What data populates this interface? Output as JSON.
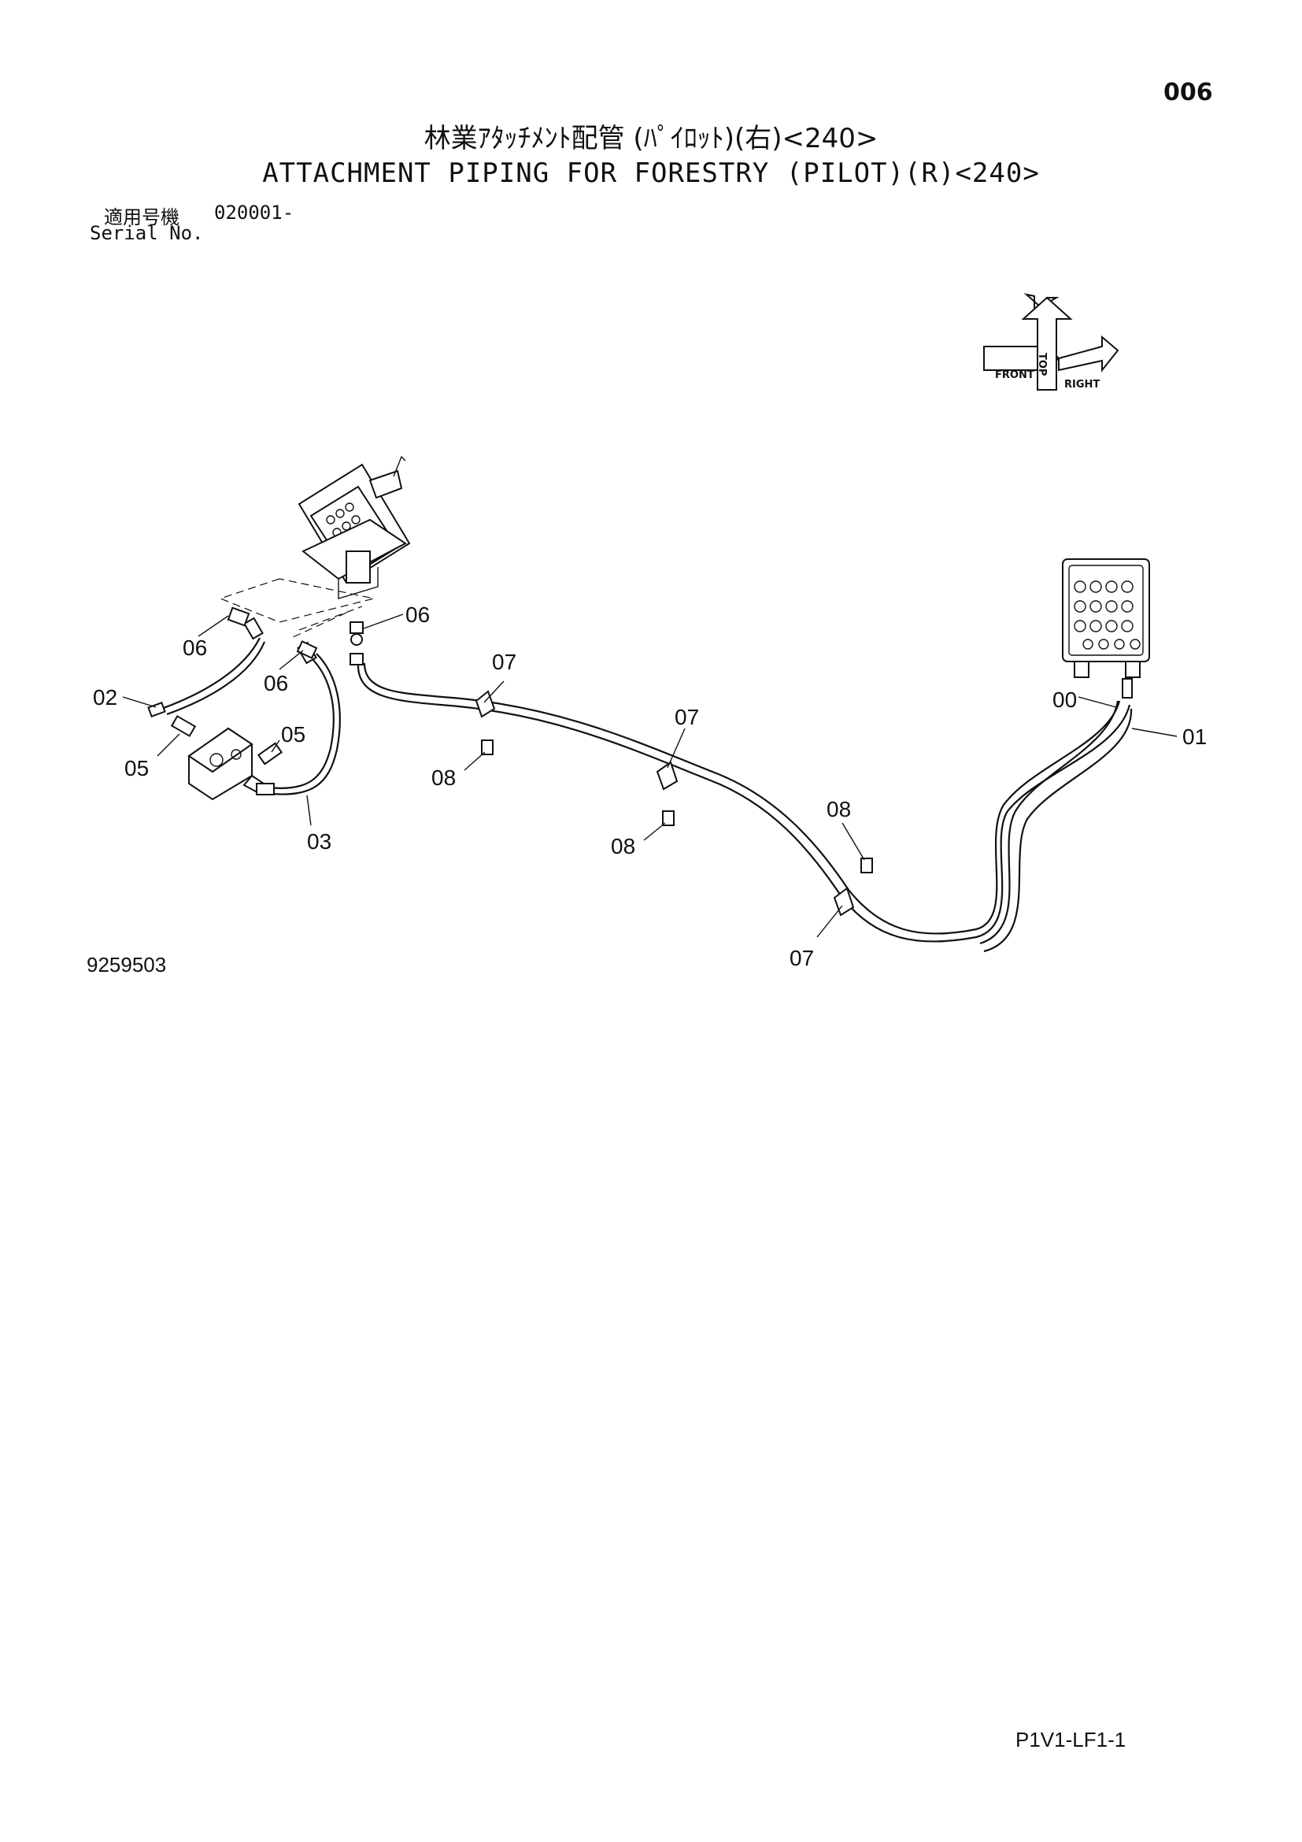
{
  "page_number": "006",
  "title_jp": "林業ｱﾀｯﾁﾒﾝﾄ配管 (ﾊﾟｲﾛｯﾄ)(右)<240>",
  "title_en": "ATTACHMENT PIPING FOR FORESTRY (PILOT)(R)<240>",
  "serial": {
    "label_jp": "適用号機",
    "value": "020001-",
    "label_en": "Serial No."
  },
  "direction_indicator": {
    "icon": "orientation-arrows-icon",
    "labels": [
      "TOP",
      "FRONT",
      "RIGHT"
    ]
  },
  "callouts": {
    "c00": "00",
    "c01": "01",
    "c02": "02",
    "c03": "03",
    "c05a": "05",
    "c05b": "05",
    "c06a": "06",
    "c06b": "06",
    "c06c": "06",
    "c07a": "07",
    "c07b": "07",
    "c07c": "07",
    "c08a": "08",
    "c08b": "08",
    "c08c": "08"
  },
  "drawing_number": "9259503",
  "sheet_code": "P1V1-LF1-1"
}
